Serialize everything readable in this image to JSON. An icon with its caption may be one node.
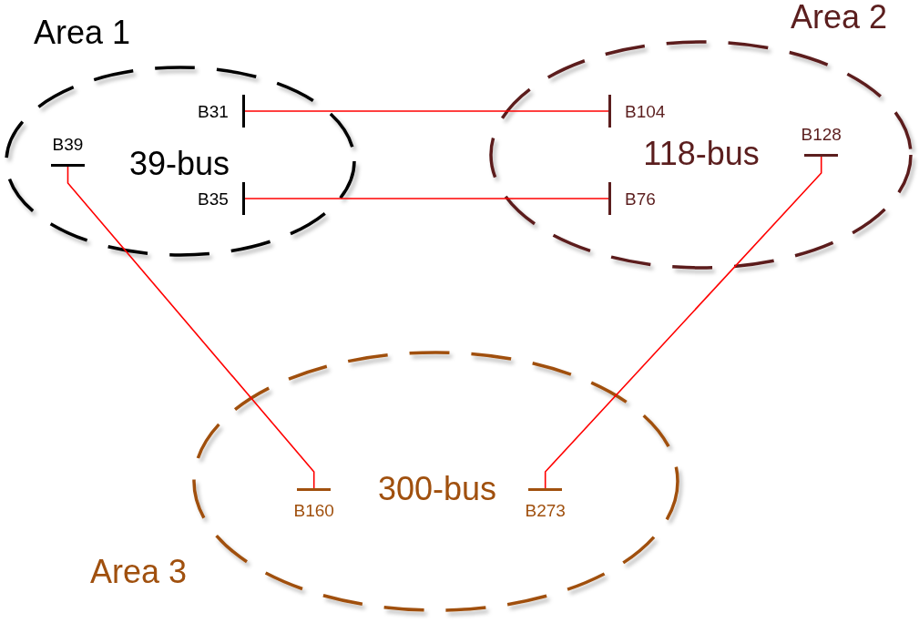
{
  "diagram": {
    "nodes": [
      {
        "text": [
          "Area 1",
          "39-bus"
        ]
      },
      {
        "text": [
          "B39"
        ],
        "in": 0
      },
      {
        "text": [
          "B31"
        ],
        "in": 0
      },
      {
        "text": [
          "B35"
        ],
        "in": 0
      },
      {
        "text": [
          "Area 2",
          "118-bus"
        ]
      },
      {
        "text": [
          "B104"
        ],
        "in": 4
      },
      {
        "text": [
          "B128"
        ],
        "in": 4
      },
      {
        "text": [
          "B76"
        ],
        "in": 4
      },
      {
        "text": [
          "Area 3",
          "300-bus"
        ]
      },
      {
        "text": [
          "B160"
        ],
        "in": 8
      },
      {
        "text": [
          "B273"
        ],
        "in": 8
      }
    ],
    "edges": [
      {
        "from": 2,
        "to": 5,
        "arrow": "none"
      },
      {
        "from": 3,
        "to": 7,
        "arrow": "none"
      },
      {
        "from": 1,
        "to": 9,
        "arrow": "none"
      },
      {
        "from": 6,
        "to": 10,
        "arrow": "none"
      }
    ]
  }
}
